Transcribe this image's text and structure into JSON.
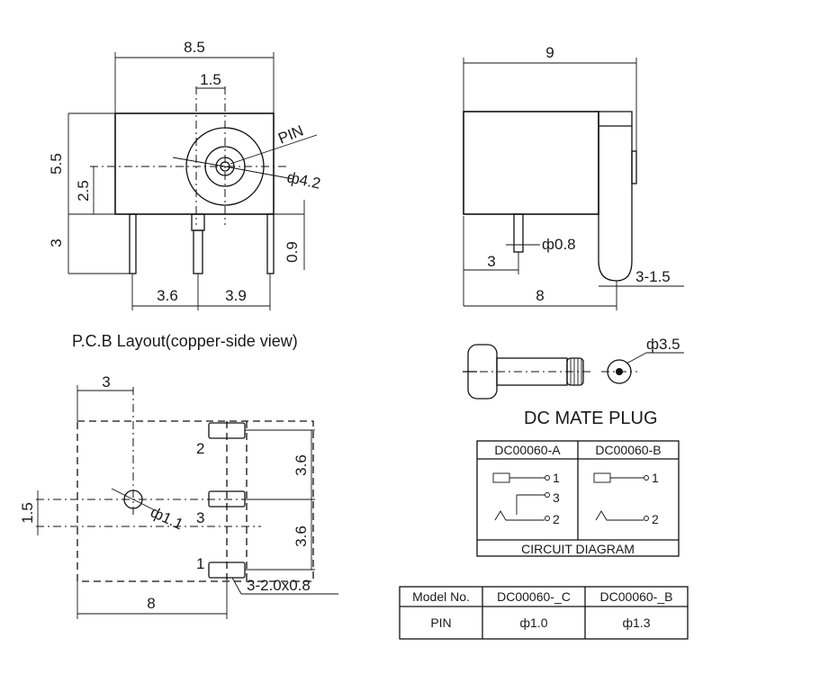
{
  "front_view": {
    "width": "8.5",
    "pin_offset": "1.5",
    "height": "5.5",
    "center_height": "2.5",
    "leg_length": "3",
    "pin_label": "PIN",
    "hole_dia": "ф4.2",
    "leg_width": "0.9",
    "left_spacing": "3.6",
    "right_spacing": "3.9"
  },
  "side_view": {
    "depth": "9",
    "pin_dia": "ф0.8",
    "pin_offset": "3",
    "bottom_depth": "8",
    "tab": "3-1.5"
  },
  "pcb": {
    "caption": "P.C.B Layout(copper-side view)",
    "top_offset": "3",
    "upper_spacing": "3.6",
    "lower_spacing": "3.6",
    "side_offset": "1.5",
    "width": "8",
    "hole_dia": "ф1.1",
    "slots": "3-2.0x0.8",
    "pin_labels": [
      "2",
      "3",
      "1"
    ]
  },
  "plug": {
    "title": "DC MATE PLUG",
    "dia": "ф3.5"
  },
  "circuit": {
    "col_a": "DC00060-A",
    "col_b": "DC00060-B",
    "pins_a": [
      "1",
      "3",
      "2"
    ],
    "pins_b": [
      "1",
      "2"
    ],
    "footer": "CIRCUIT DIAGRAM"
  },
  "model_table": {
    "header": [
      "Model No.",
      "DC00060-_C",
      "DC00060-_B"
    ],
    "row": [
      "PIN",
      "ф1.0",
      "ф1.3"
    ]
  }
}
